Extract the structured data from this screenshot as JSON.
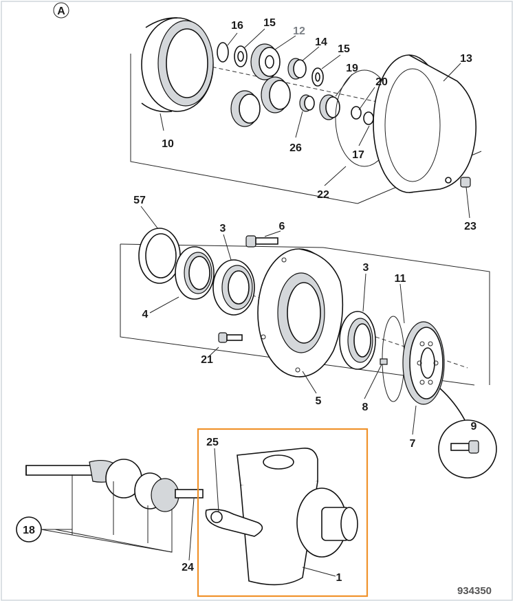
{
  "corner_label": "A",
  "figure_number": "934350",
  "callouts": {
    "c16": "16",
    "c15a": "15",
    "c12": "12",
    "c14": "14",
    "c15b": "15",
    "c19": "19",
    "c13": "13",
    "c20": "20",
    "c10": "10",
    "c26": "26",
    "c17": "17",
    "c22": "22",
    "c23": "23",
    "c57": "57",
    "c6": "6",
    "c3a": "3",
    "c3b": "3",
    "c11": "11",
    "c4": "4",
    "c21": "21",
    "c5": "5",
    "c8": "8",
    "c7": "7",
    "c9": "9",
    "c25": "25",
    "c18": "18",
    "c24": "24",
    "c1": "1"
  },
  "colors": {
    "highlight_frame": "#f0922b",
    "line_art": "#111111",
    "page_border": "#cfd6db"
  }
}
